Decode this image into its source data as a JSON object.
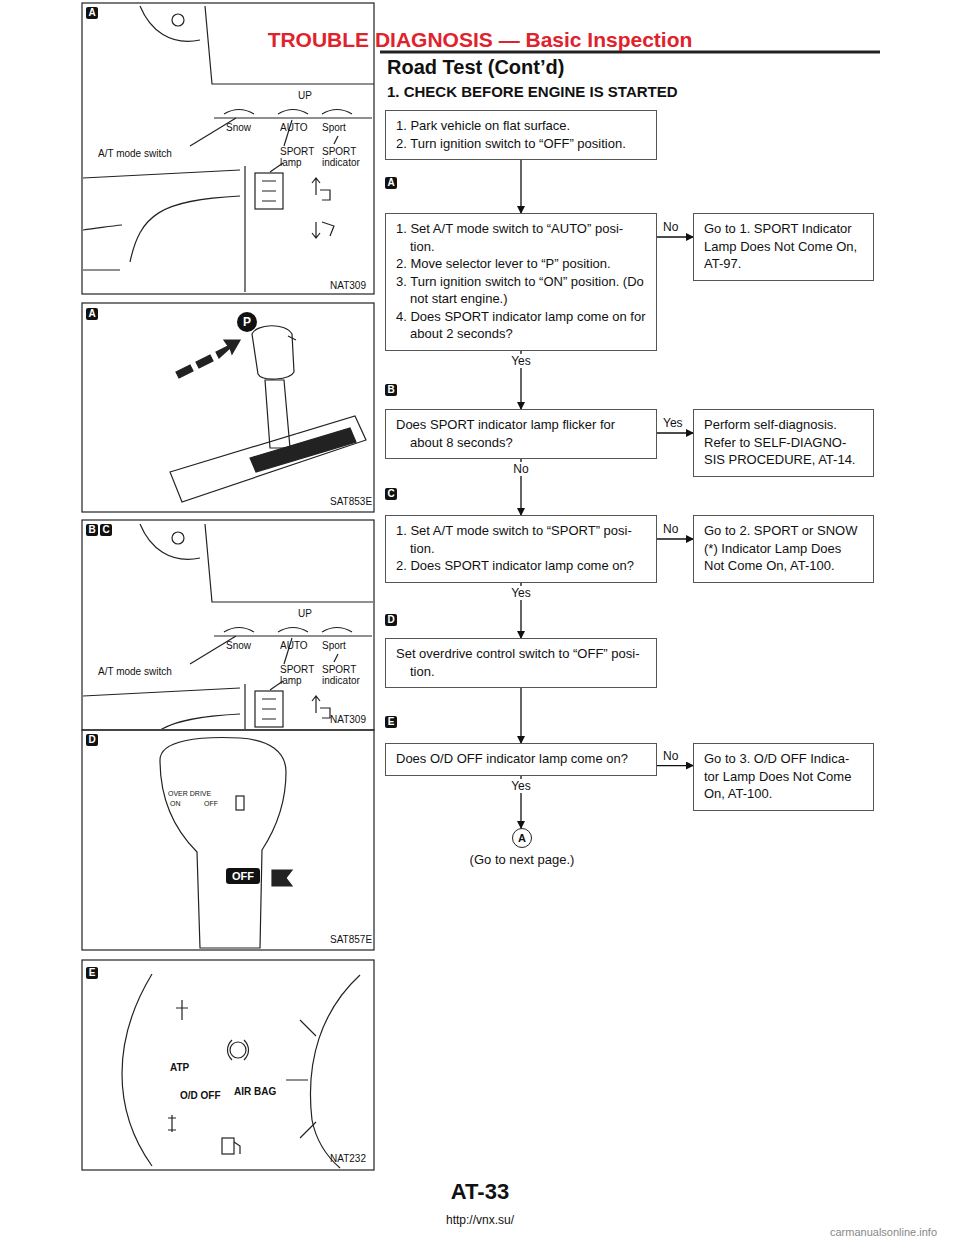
{
  "diagram": {
    "title": "TROUBLE DIAGNOSIS — Basic Inspection",
    "nodes": [
      {
        "text": [
          "1. Park vehicle on flat surface.",
          "2. Turn ignition switch to “OFF” position."
        ]
      },
      {
        "text": [
          "1. Set A/T mode switch to “AUTO” posi- tion.",
          "2. Move selector lever to “P” position.",
          "3. Turn ignition switch to “ON” position. (Do not start engine.)",
          "4. Does SPORT indicator lamp come on for about 2 seconds?"
        ]
      },
      {
        "text": [
          "Go to 1. SPORT Indicator Lamp Does Not Come On, AT-97."
        ]
      },
      {
        "text": [
          "Does SPORT indicator lamp flicker for about 8 seconds?"
        ]
      },
      {
        "text": [
          "Perform self-diagnosis. Refer to SELF-DIAGNO- SIS PROCEDURE, AT-14."
        ]
      },
      {
        "text": [
          "1. Set A/T mode switch to “SPORT” posi- tion.",
          "2. Does SPORT indicator lamp come on?"
        ]
      },
      {
        "text": [
          "Go to 2. SPORT or SNOW (*) Indicator Lamp Does Not Come On, AT-100."
        ]
      },
      {
        "text": [
          "Set overdrive control switch to “OFF” posi- tion."
        ]
      },
      {
        "text": [
          "Does O/D OFF indicator lamp come on?"
        ]
      },
      {
        "text": [
          "Go to 3. O/D OFF Indica- tor Lamp Does Not Come On, AT-100."
        ]
      },
      {
        "text": [
          "A",
          "(Go to next page.)"
        ]
      }
    ],
    "edges": [
      {
        "from": 0,
        "to": 1,
        "arrow": "to"
      },
      {
        "from": 1,
        "to": 2,
        "label": "No",
        "arrow": "to"
      },
      {
        "from": 1,
        "to": 3,
        "label": "Yes",
        "arrow": "to"
      },
      {
        "from": 3,
        "to": 4,
        "label": "Yes",
        "arrow": "to"
      },
      {
        "from": 3,
        "to": 5,
        "label": "No",
        "arrow": "to"
      },
      {
        "from": 5,
        "to": 6,
        "label": "No",
        "arrow": "to"
      },
      {
        "from": 5,
        "to": 7,
        "label": "Yes",
        "arrow": "to"
      },
      {
        "from": 7,
        "to": 8,
        "arrow": "to"
      },
      {
        "from": 8,
        "to": 9,
        "label": "No",
        "arrow": "to"
      },
      {
        "from": 8,
        "to": 10,
        "label": "Yes",
        "arrow": "to"
      }
    ],
    "labels": [
      "Road Test (Cont’d)",
      "1. CHECK BEFORE ENGINE IS STARTED",
      "A",
      "B",
      "C",
      "D",
      "E",
      "A",
      "UP",
      "Snow",
      "AUTO",
      "Sport",
      "A/T mode switch",
      "SPORT lamp",
      "SPORT indicator",
      "NAT309",
      "A",
      "P",
      "P",
      "SAT853E",
      "B",
      "C",
      "UP",
      "Snow",
      "AUTO",
      "Sport",
      "A/T mode switch",
      "SPORT lamp",
      "SPORT indicator",
      "NAT309",
      "D",
      "OVER DRIVE",
      "ON",
      "OFF",
      "OFF",
      "SAT857E",
      "E",
      "ATP",
      "O/D OFF",
      "AIR BAG",
      "NAT232",
      "AT-33",
      "http://vnx.su/",
      "carmanualsonline.info"
    ]
  }
}
